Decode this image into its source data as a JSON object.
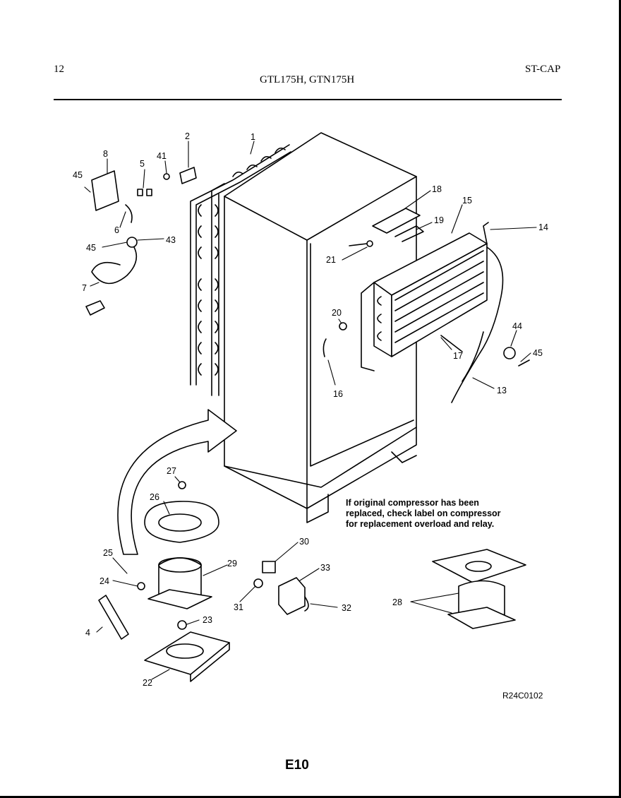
{
  "header": {
    "page_number": "12",
    "model": "GTL175H, GTN175H",
    "section": "ST-CAP"
  },
  "note": "If original compressor has been replaced, check label on compressor for replacement overload and relay.",
  "drawing_id": "R24C0102",
  "page_code": "E10",
  "callouts": {
    "c1": "1",
    "c2": "2",
    "c4": "4",
    "c5": "5",
    "c6": "6",
    "c7": "7",
    "c8": "8",
    "c13": "13",
    "c14": "14",
    "c15": "15",
    "c16": "16",
    "c17": "17",
    "c18": "18",
    "c19": "19",
    "c20": "20",
    "c21": "21",
    "c22": "22",
    "c23": "23",
    "c24": "24",
    "c25": "25",
    "c26": "26",
    "c27": "27",
    "c28": "28",
    "c29": "29",
    "c30": "30",
    "c31": "31",
    "c32": "32",
    "c33": "33",
    "c41": "41",
    "c43": "43",
    "c44": "44",
    "c45a": "45",
    "c45b": "45",
    "c45c": "45"
  }
}
